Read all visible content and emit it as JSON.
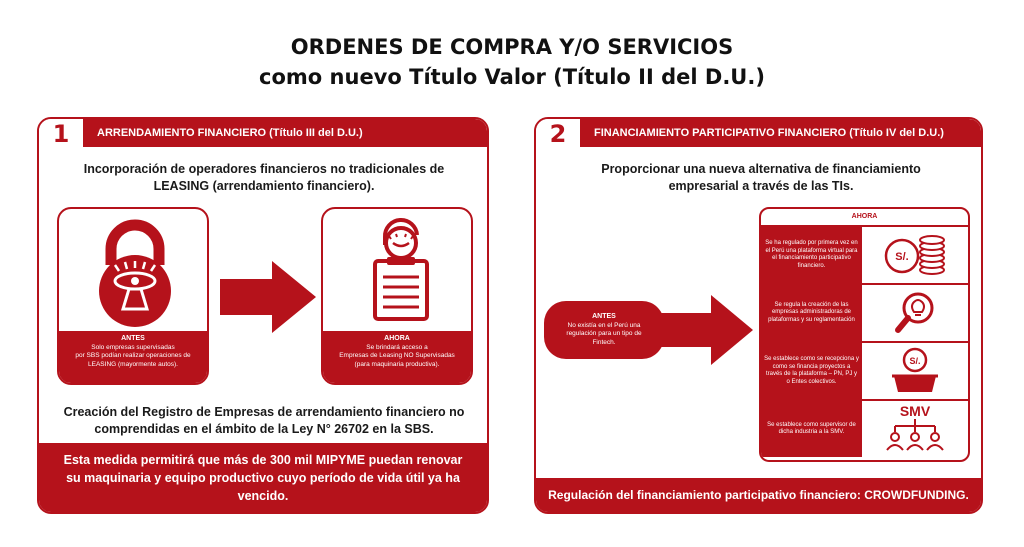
{
  "title": {
    "line1": "ORDENES DE COMPRA Y/O SERVICIOS",
    "line2": "como nuevo Título Valor (Título II del D.U.)"
  },
  "panel1": {
    "number": "1",
    "header": "ARRENDAMIENTO FINANCIERO (Título III del D.U.)",
    "intro_line1": "Incorporación de operadores financieros no tradicionales de",
    "intro_line2": "LEASING (arrendamiento financiero).",
    "antes": {
      "label": "ANTES",
      "line1": "Solo empresas supervisadas",
      "line2": "por SBS podían realizar operaciones de",
      "line3": "LEASING (mayormente autos)."
    },
    "ahora": {
      "label": "AHORA",
      "line1": "Se brindará acceso a",
      "line2": "Empresas de Leasing NO Supervisadas",
      "line3": "(para maquinaria productiva)."
    },
    "registro_line1": "Creación del Registro de Empresas de arrendamiento financiero no",
    "registro_line2": "comprendidas en el ámbito de la Ley N° 26702 en la SBS.",
    "footer_line1": "Esta medida permitirá que más de 300 mil MIPYME puedan renovar",
    "footer_line2": "su maquinaria y equipo productivo cuyo período de vida útil ya ha",
    "footer_line3": "vencido."
  },
  "panel2": {
    "number": "2",
    "header": "FINANCIAMIENTO PARTICIPATIVO FINANCIERO (Título IV del D.U.)",
    "intro_line1": "Proporcionar una nueva alternativa de financiamiento",
    "intro_line2": "empresarial a través de las TIs.",
    "antes": {
      "label": "ANTES",
      "line1": "No existía en el Perú una",
      "line2": "regulación para un tipo de",
      "line3": "Fintech."
    },
    "ahora_label": "AHORA",
    "rows": [
      {
        "text": "Se ha regulado por primera vez en el Perú una plataforma virtual para el financiamiento participativo financiero.",
        "icon": "coins-icon",
        "icon_text": "S/."
      },
      {
        "text": "Se regula la creación de las empresas administradoras de plataformas y su reglamentación",
        "icon": "magnifier-bulb-icon",
        "icon_text": ""
      },
      {
        "text": "Se establece como se recepciona y como se financia proyectos a través de la plataforma – PN, PJ y o Entes colectivos.",
        "icon": "basket-icon",
        "icon_text": "S/."
      },
      {
        "text": "Se establece como supervisor de dicha industria a la SMV.",
        "icon": "org-chart-icon",
        "icon_text": "SMV"
      }
    ],
    "footer": "Regulación del financiamiento participativo financiero: CROWDFUNDING."
  },
  "colors": {
    "accent": "#b5121b",
    "background": "#ffffff",
    "text": "#1a1a1a"
  }
}
